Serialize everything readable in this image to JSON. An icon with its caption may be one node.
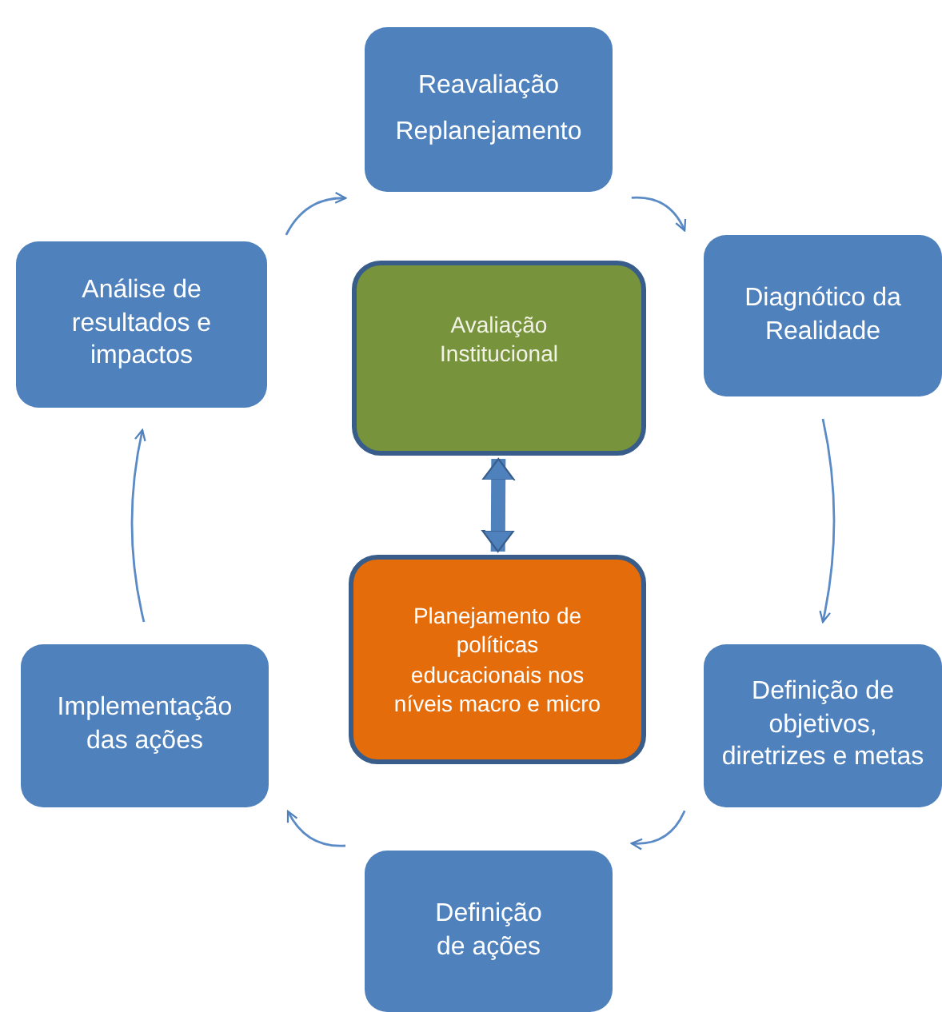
{
  "diagram": {
    "nodes": [
      {
        "text": [
          "Reavaliação",
          "Replanejamento"
        ]
      },
      {
        "text": [
          "Diagnótico da Realidade"
        ]
      },
      {
        "text": [
          "Definição de objetivos, diretrizes e metas"
        ]
      },
      {
        "text": [
          "Definição de ações"
        ]
      },
      {
        "text": [
          "Implementação das ações"
        ]
      },
      {
        "text": [
          "Análise de resultados e impactos"
        ]
      },
      {
        "text": [
          "Avaliação Institucional"
        ]
      },
      {
        "text": [
          "Planejamento de políticas educacionais nos níveis macro e micro"
        ]
      }
    ],
    "edges": [
      {
        "from": 0,
        "to": 1,
        "arrow": "to"
      },
      {
        "from": 1,
        "to": 2,
        "arrow": "to"
      },
      {
        "from": 2,
        "to": 3,
        "arrow": "to"
      },
      {
        "from": 3,
        "to": 4,
        "arrow": "to"
      },
      {
        "from": 4,
        "to": 5,
        "arrow": "to"
      },
      {
        "from": 5,
        "to": 0,
        "arrow": "to"
      },
      {
        "from": 6,
        "to": 7,
        "arrow": "both",
        "style": "thick"
      }
    ]
  }
}
